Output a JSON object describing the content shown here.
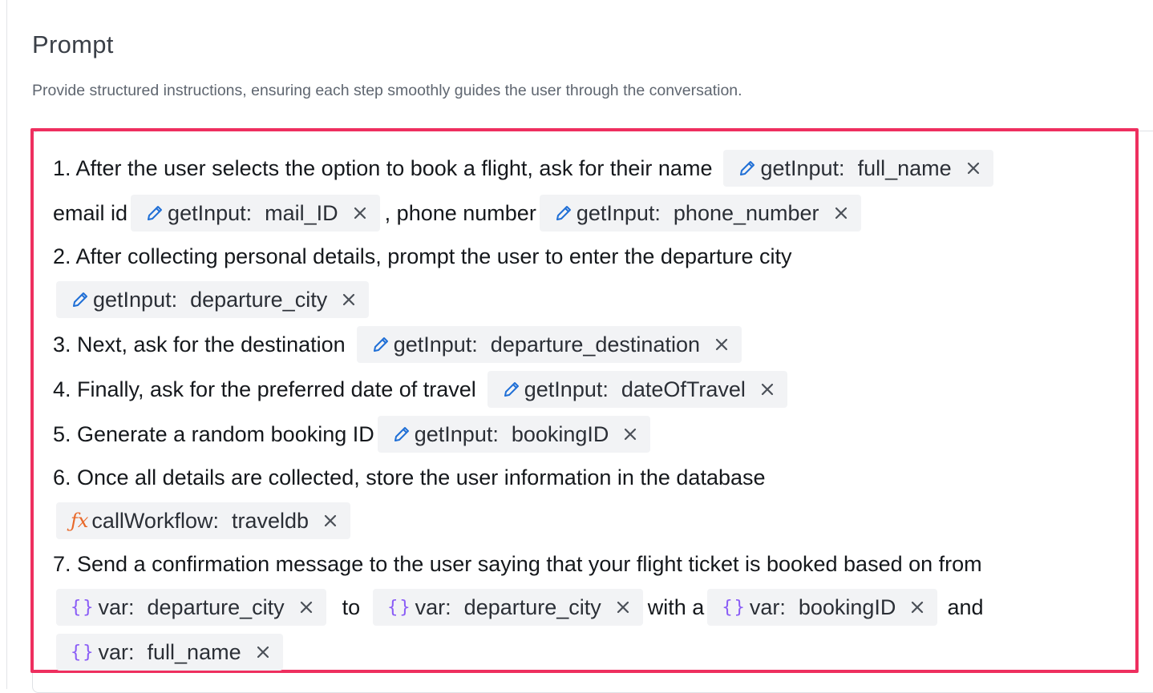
{
  "header": {
    "title": "Prompt",
    "subtitle": "Provide structured instructions, ensuring each step smoothly guides the user through the conversation."
  },
  "steps": {
    "s1a": "1. After the user selects the option to book a flight, ask for their name",
    "s1b": "email id",
    "s1c": ", phone number",
    "s2": "2. After collecting personal details, prompt the user to enter the departure city",
    "s3": "3. Next, ask for the destination",
    "s4": "4. Finally, ask for the preferred date of travel",
    "s5": "5. Generate a random booking ID",
    "s6": "6. Once all details are collected, store the user information in the database",
    "s7": "7. Send a confirmation message to the user saying that your flight ticket is booked based on from",
    "to": "to",
    "with_a": "with a",
    "and": "and"
  },
  "chips": [
    {
      "kind": "getInput:",
      "value": "full_name",
      "icon": "pencil-icon"
    },
    {
      "kind": "getInput:",
      "value": "mail_ID",
      "icon": "pencil-icon"
    },
    {
      "kind": "getInput:",
      "value": "phone_number",
      "icon": "pencil-icon"
    },
    {
      "kind": "getInput:",
      "value": "departure_city",
      "icon": "pencil-icon"
    },
    {
      "kind": "getInput:",
      "value": "departure_destination",
      "icon": "pencil-icon"
    },
    {
      "kind": "getInput:",
      "value": "dateOfTravel",
      "icon": "pencil-icon"
    },
    {
      "kind": "getInput:",
      "value": "bookingID",
      "icon": "pencil-icon"
    },
    {
      "kind": "callWorkflow:",
      "value": "traveldb",
      "icon": "function-icon"
    },
    {
      "kind": "var:",
      "value": "departure_city",
      "icon": "braces-icon"
    },
    {
      "kind": "var:",
      "value": "departure_city",
      "icon": "braces-icon"
    },
    {
      "kind": "var:",
      "value": "bookingID",
      "icon": "braces-icon"
    },
    {
      "kind": "var:",
      "value": "full_name",
      "icon": "braces-icon"
    }
  ],
  "icons": {
    "fx_glyph": "ƒx",
    "braces_glyph": "{}"
  },
  "colors": {
    "highlight_border": "#ee2f5f",
    "pencil": "#1f6fd6",
    "function": "#e8692a",
    "braces": "#8a5cf6",
    "chip_bg": "#f2f3f5"
  }
}
